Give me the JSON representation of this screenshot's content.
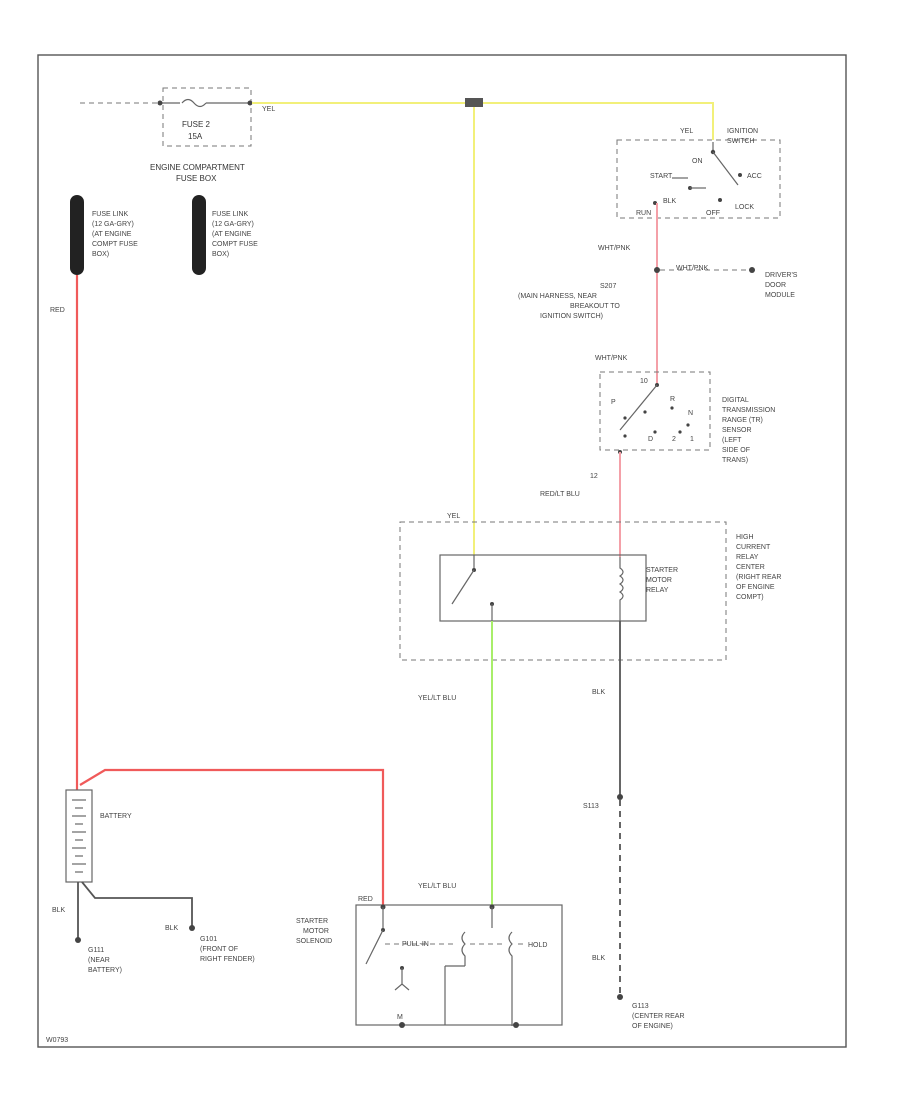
{
  "fuse_box": {
    "fuse_label": "FUSE 2",
    "fuse_rating": "15A",
    "name_line1": "ENGINE COMPARTMENT",
    "name_line2": "FUSE BOX",
    "out_wire": "YEL"
  },
  "fuse_link_1": {
    "line1": "FUSE LINK",
    "line2": "(12 GA-GRY)",
    "line3": "(AT ENGINE",
    "line4": "COMPT FUSE",
    "line5": "BOX)"
  },
  "fuse_link_2": {
    "line1": "FUSE LINK",
    "line2": "(12 GA-GRY)",
    "line3": "(AT ENGINE",
    "line4": "COMPT FUSE",
    "line5": "BOX)"
  },
  "wire_red_main": "RED",
  "ignition_switch": {
    "name_line1": "IGNITION",
    "name_line2": "SWITCH",
    "pin_in": "YEL",
    "pos_on": "ON",
    "pos_start": "START",
    "pos_acc": "ACC",
    "pos_run": "RUN",
    "pos_off": "OFF",
    "pos_lock": "LOCK",
    "wire_blk": "BLK"
  },
  "wire_wht_pnk_1": "WHT/PNK",
  "wire_wht_pnk_2": "WHT/PNK",
  "wire_wht_pnk_3": "WHT/PNK",
  "splice_s207": {
    "line1": "S207",
    "line2": "(MAIN HARNESS, NEAR",
    "line3": "BREAKOUT TO",
    "line4": "IGNITION SWITCH)"
  },
  "door_module": {
    "line1": "DRIVER'S",
    "line2": "DOOR",
    "line3": "MODULE"
  },
  "trs": {
    "line1": "DIGITAL",
    "line2": "TRANSMISSION",
    "line3": "RANGE (TR)",
    "line4": "SENSOR",
    "line5": "(LEFT",
    "line6": "SIDE OF",
    "line7": "TRANS)",
    "pin_top": "10",
    "pos_p": "P",
    "pos_n": "N",
    "pos_r": "R",
    "pos_d": "D",
    "pos_2": "2",
    "pos_1": "1",
    "pin_bottom": "12",
    "wire_out": "RED/LT BLU"
  },
  "hcrc": {
    "line1": "HIGH",
    "line2": "CURRENT",
    "line3": "RELAY",
    "line4": "CENTER",
    "line5": "(RIGHT REAR",
    "line6": "OF ENGINE",
    "line7": "COMPT)",
    "pin_in": "YEL"
  },
  "starter_relay": {
    "line1": "STARTER",
    "line2": "MOTOR",
    "line3": "RELAY"
  },
  "wire_yel_lt_blu_1": "YEL/LT BLU",
  "wire_yel_lt_blu_2": "YEL/LT BLU",
  "wire_blk_1": "BLK",
  "wire_blk_2": "BLK",
  "wire_blk_3": "BLK",
  "wire_blk_4": "BLK",
  "splice_s113": "S113",
  "ground_g113": {
    "line1": "G113",
    "line2": "(CENTER REAR",
    "line3": "OF ENGINE)"
  },
  "battery": {
    "label": "BATTERY"
  },
  "ground_g111": {
    "line1": "G111",
    "line2": "(NEAR",
    "line3": "BATTERY)"
  },
  "ground_g101": {
    "line1": "G101",
    "line2": "(FRONT OF",
    "line3": "RIGHT FENDER)"
  },
  "solenoid": {
    "line1": "STARTER",
    "line2": "MOTOR",
    "line3": "SOLENOID",
    "wire_in": "RED",
    "pull_in": "PULL-IN",
    "hold": "HOLD",
    "motor": "M"
  },
  "ref_code": "W0793"
}
